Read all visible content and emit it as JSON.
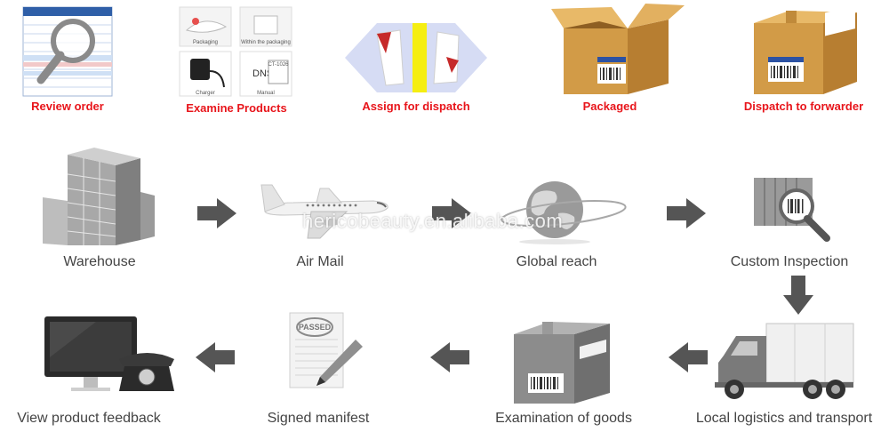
{
  "top_steps": [
    {
      "label": "Review order"
    },
    {
      "label": "Examine Products"
    },
    {
      "label": "Assign for dispatch"
    },
    {
      "label": "Packaged"
    },
    {
      "label": "Dispatch to forwarder"
    }
  ],
  "flow_row1": [
    {
      "label": "Warehouse"
    },
    {
      "label": "Air Mail"
    },
    {
      "label": "Global reach"
    },
    {
      "label": "Custom Inspection"
    }
  ],
  "flow_row2": [
    {
      "label": "Local logistics and transport"
    },
    {
      "label": "Examination of goods"
    },
    {
      "label": "Signed manifest"
    },
    {
      "label": "View product feedback"
    }
  ],
  "examine_thumbs": {
    "packaging": "Packaging",
    "within": "Within the packaging",
    "charger": "Charger",
    "manual": "Manual",
    "dns": "DNS",
    "code": "CT-1026"
  },
  "manifest_stamp": "PASSED",
  "watermark": "hericobeauty.en.alibaba.com",
  "colors": {
    "label_red": "#e8151b",
    "label_gray": "#444444",
    "arrow": "#555555",
    "box": "#d9a556"
  }
}
